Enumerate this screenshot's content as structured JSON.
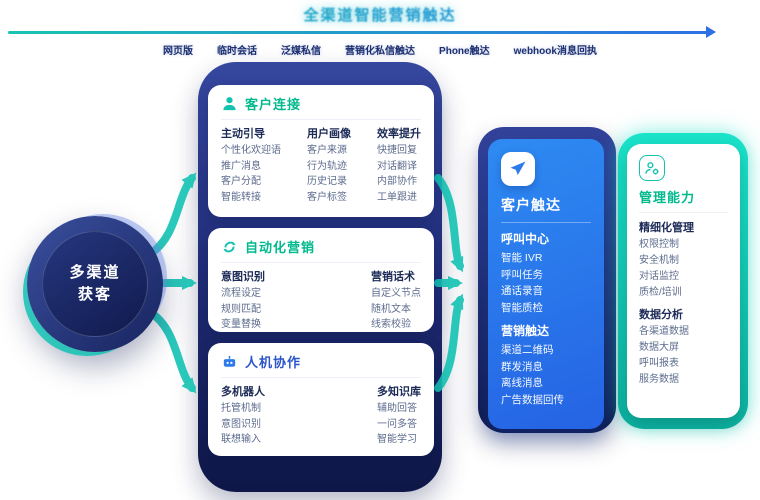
{
  "header": {
    "title": "全渠道智能营销触达",
    "channels": [
      "网页版",
      "临时会话",
      "泛媒私信",
      "营销化私信触达",
      "Phone触达",
      "webhook消息回执"
    ]
  },
  "source": {
    "line1": "多渠道",
    "line2": "获客"
  },
  "cards": [
    {
      "title": "客户连接",
      "columns": [
        {
          "header": "主动引导",
          "items": [
            "个性化欢迎语",
            "推广消息",
            "客户分配",
            "智能转接"
          ]
        },
        {
          "header": "用户画像",
          "items": [
            "客户来源",
            "行为轨迹",
            "历史记录",
            "客户标签"
          ]
        },
        {
          "header": "效率提升",
          "items": [
            "快捷回复",
            "对话翻译",
            "内部协作",
            "工单跟进"
          ]
        }
      ]
    },
    {
      "title": "自动化营销",
      "columns": [
        {
          "header": "意图识别",
          "items": [
            "流程设定",
            "规则匹配",
            "变量替换"
          ]
        },
        {
          "header": "营销话术",
          "items": [
            "自定义节点",
            "随机文本",
            "线索校验"
          ]
        }
      ]
    },
    {
      "title": "人机协作",
      "columns": [
        {
          "header": "多机器人",
          "items": [
            "托管机制",
            "意图识别",
            "联想输入"
          ]
        },
        {
          "header": "多知识库",
          "items": [
            "辅助回答",
            "一问多答",
            "智能学习"
          ]
        }
      ]
    }
  ],
  "reach": {
    "title": "客户触达",
    "sections": [
      {
        "header": "呼叫中心",
        "items": [
          "智能 IVR",
          "呼叫任务",
          "通话录音",
          "智能质检"
        ]
      },
      {
        "header": "营销触达",
        "items": [
          "渠道二维码",
          "群发消息",
          "离线消息",
          "广告数据回传"
        ]
      }
    ]
  },
  "manage": {
    "title": "管理能力",
    "sections": [
      {
        "header": "精细化管理",
        "items": [
          "权限控制",
          "安全机制",
          "对话监控",
          "质检/培训"
        ]
      },
      {
        "header": "数据分析",
        "items": [
          "各渠道数据",
          "数据大屏",
          "呼叫报表",
          "服务数据"
        ]
      }
    ]
  },
  "colors": {
    "teal": "#14c3b4",
    "green": "#00b98d",
    "blue": "#2d7bea",
    "navy": "#1c2b5a"
  }
}
